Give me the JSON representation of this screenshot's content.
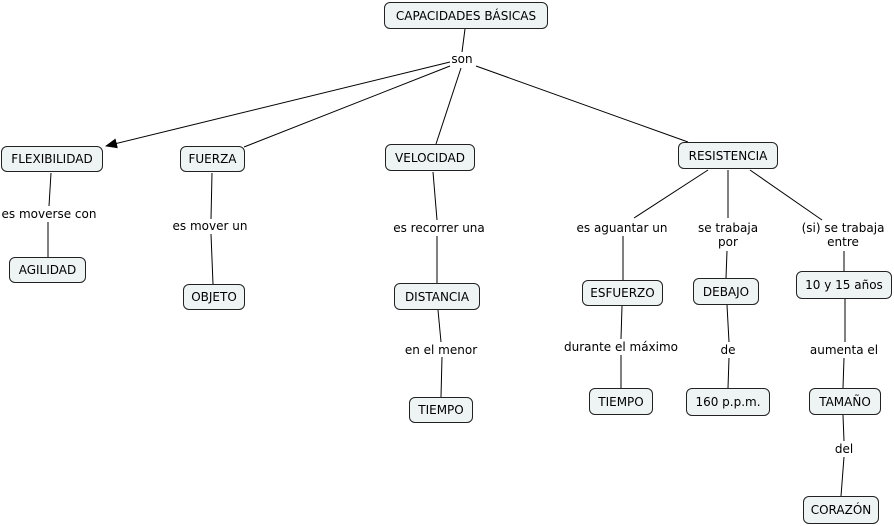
{
  "concepts": {
    "capacidades": "CAPACIDADES BÁSICAS",
    "flexibilidad": "FLEXIBILIDAD",
    "agilidad": "AGILIDAD",
    "fuerza": "FUERZA",
    "objeto": "OBJETO",
    "velocidad": "VELOCIDAD",
    "distancia": "DISTANCIA",
    "tiempo_velocidad": "TIEMPO",
    "resistencia": "RESISTENCIA",
    "esfuerzo": "ESFUERZO",
    "tiempo_resistencia": "TIEMPO",
    "debajo": "DEBAJO",
    "ppm": "160 p.p.m.",
    "edad": "10 y 15 años",
    "tamano": "TAMAÑO",
    "corazon": "CORAZÓN"
  },
  "links": {
    "son": "son",
    "es_moverse_con": "es moverse con",
    "es_mover_un": "es mover un",
    "es_recorrer_una": "es recorrer una",
    "en_el_menor": "en el menor",
    "es_aguantar_un": "es aguantar un",
    "durante_el_maximo": "durante el máximo",
    "se_trabaja_por_1": "se trabaja",
    "se_trabaja_por_2": "por",
    "de": "de",
    "si_se_trabaja_entre_1": "(si) se trabaja",
    "si_se_trabaja_entre_2": "entre",
    "aumenta_el": "aumenta el",
    "del": "del"
  },
  "colors": {
    "node_fill": "#eef3f3",
    "node_border": "#222222",
    "line": "#000000"
  }
}
